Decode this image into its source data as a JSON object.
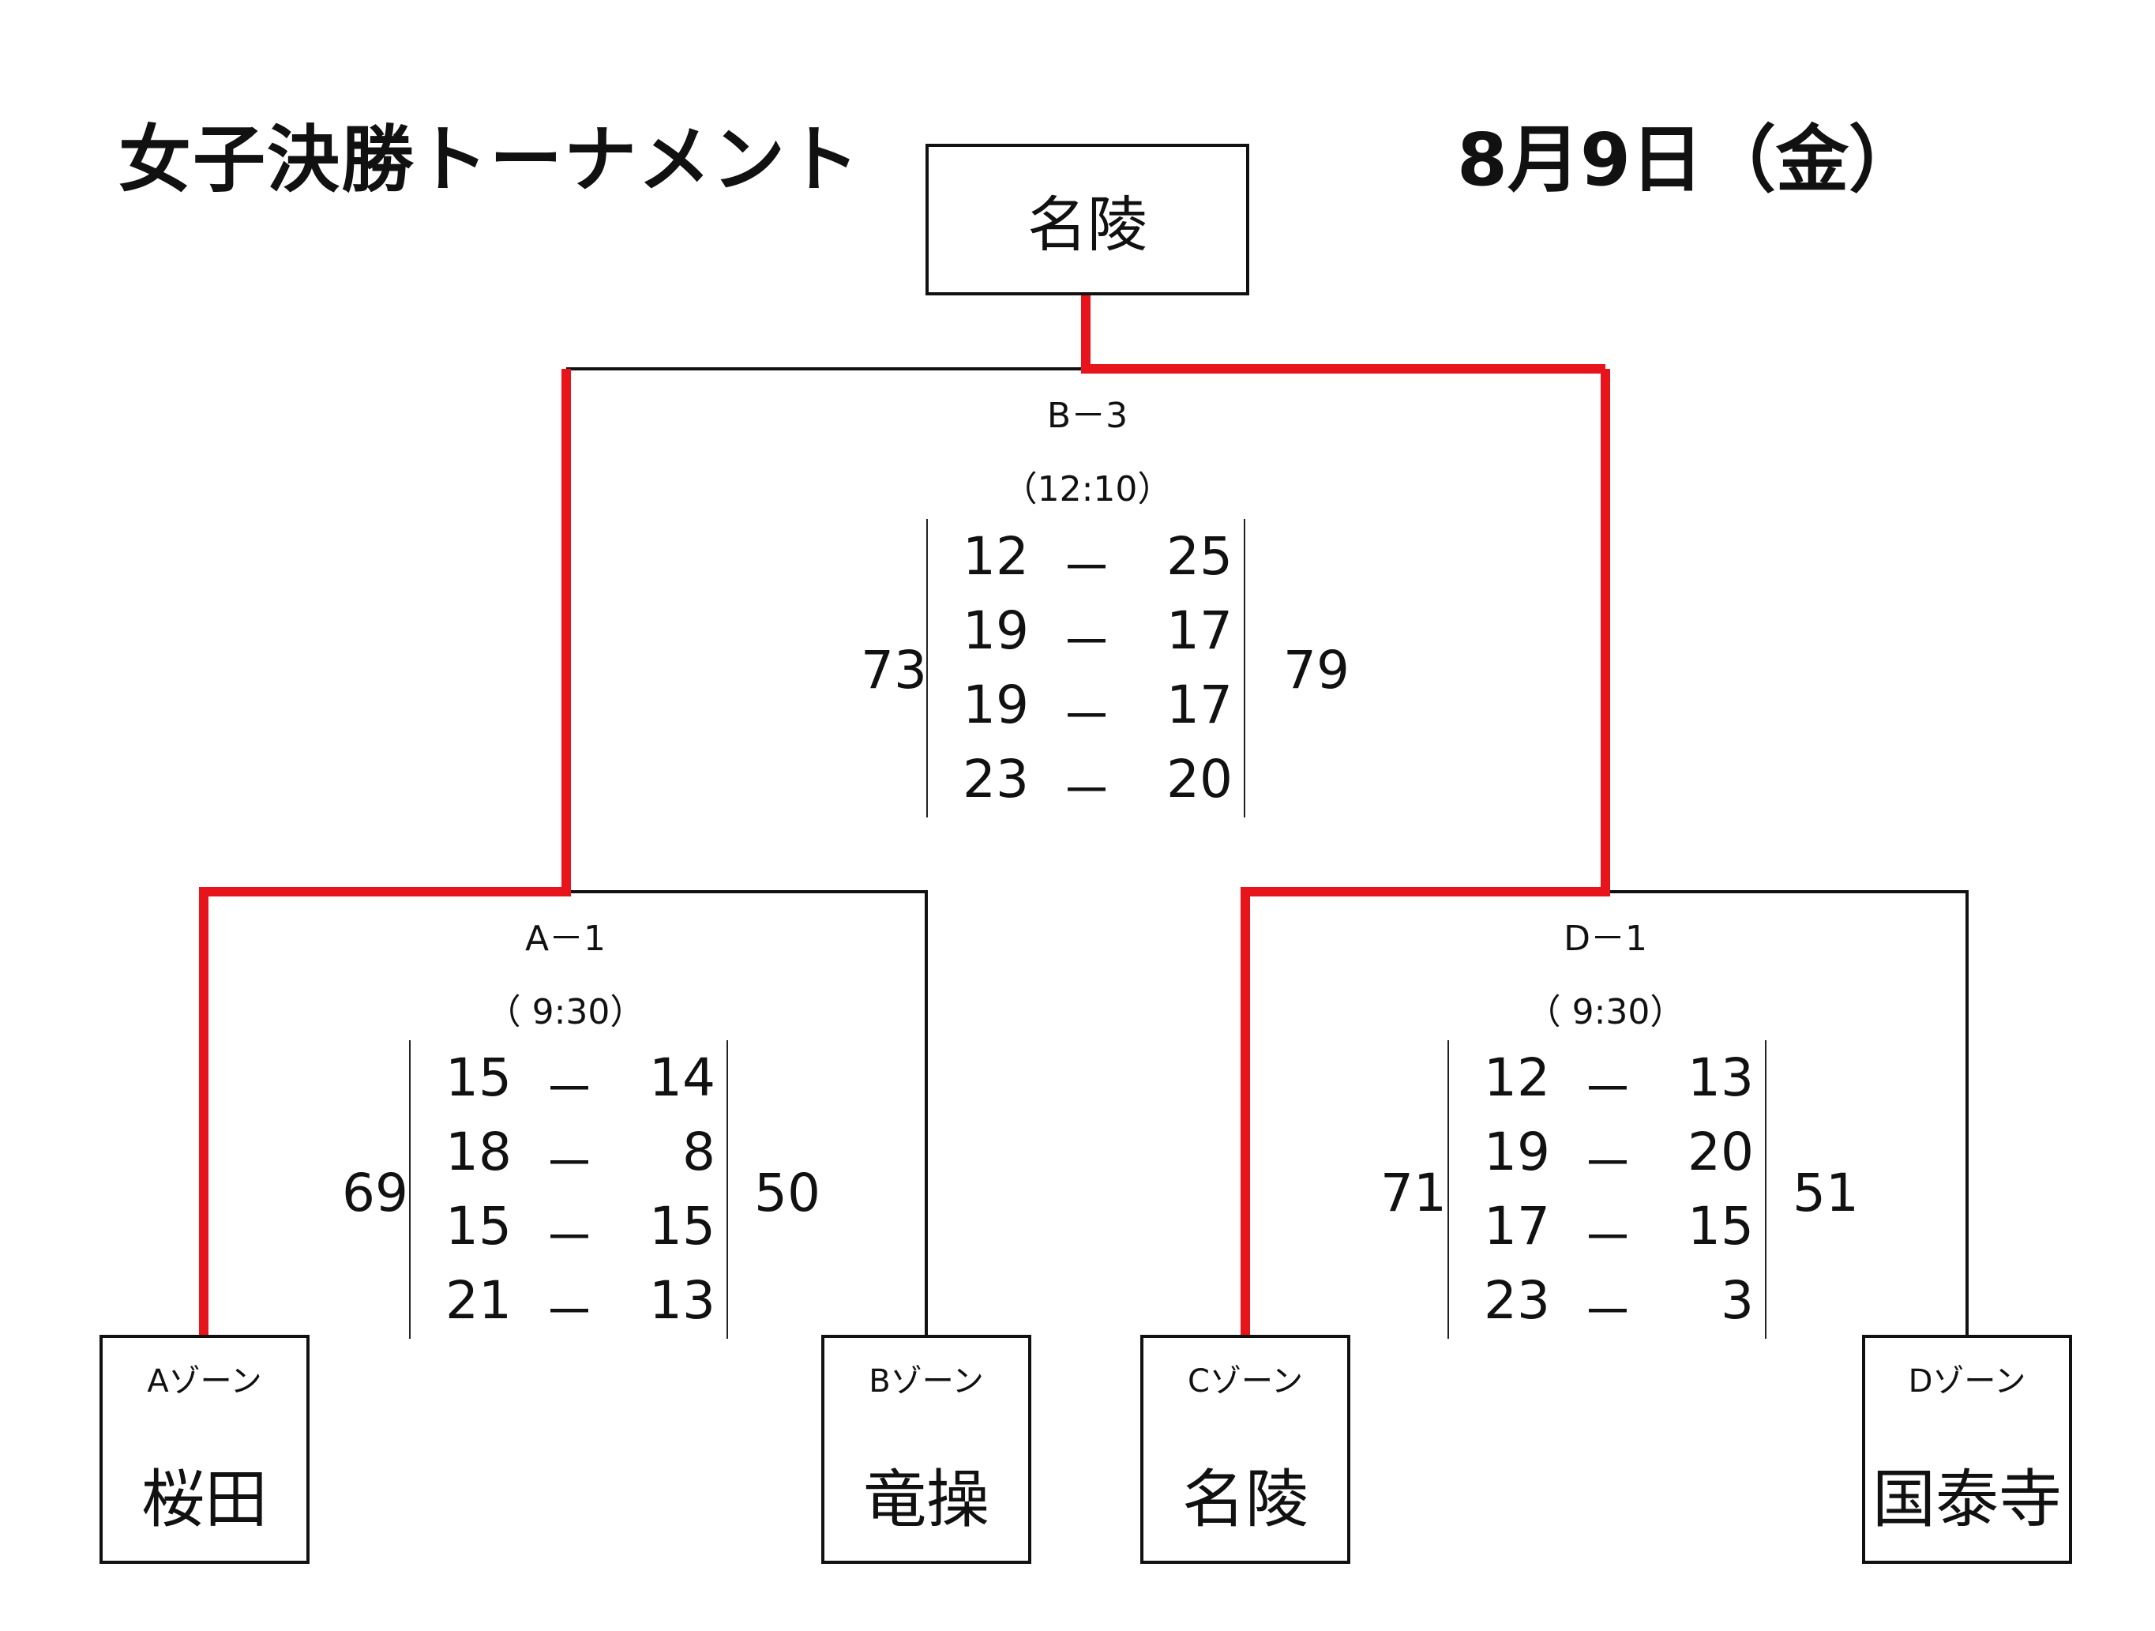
{
  "title": "女子決勝トーナメント",
  "date": "8月9日（金）",
  "champion": "名陵",
  "teams": [
    {
      "zone": "Aゾーン",
      "name": "桜田"
    },
    {
      "zone": "Bゾーン",
      "name": "竜操"
    },
    {
      "zone": "Cゾーン",
      "name": "名陵"
    },
    {
      "zone": "Dゾーン",
      "name": "国泰寺"
    }
  ],
  "matches": {
    "final": {
      "label": "B－3",
      "time": "（12:10）",
      "left_total": "73",
      "right_total": "79",
      "quarters": [
        {
          "left": "12",
          "dash": "－",
          "right": "25"
        },
        {
          "left": "19",
          "dash": "－",
          "right": "17"
        },
        {
          "left": "19",
          "dash": "－",
          "right": "17"
        },
        {
          "left": "23",
          "dash": "－",
          "right": "20"
        }
      ]
    },
    "semi_left": {
      "label": "A－1",
      "time": "（ 9:30）",
      "left_total": "69",
      "right_total": "50",
      "quarters": [
        {
          "left": "15",
          "dash": "－",
          "right": "14"
        },
        {
          "left": "18",
          "dash": "－",
          "right": "8"
        },
        {
          "left": "15",
          "dash": "－",
          "right": "15"
        },
        {
          "left": "21",
          "dash": "－",
          "right": "13"
        }
      ]
    },
    "semi_right": {
      "label": "D－1",
      "time": "（ 9:30）",
      "left_total": "71",
      "right_total": "51",
      "quarters": [
        {
          "left": "12",
          "dash": "－",
          "right": "13"
        },
        {
          "left": "19",
          "dash": "－",
          "right": "20"
        },
        {
          "left": "17",
          "dash": "－",
          "right": "15"
        },
        {
          "left": "23",
          "dash": "－",
          "right": "3"
        }
      ]
    }
  },
  "colors": {
    "winner_path": "#e8141c",
    "bracket_line": "#111111"
  }
}
